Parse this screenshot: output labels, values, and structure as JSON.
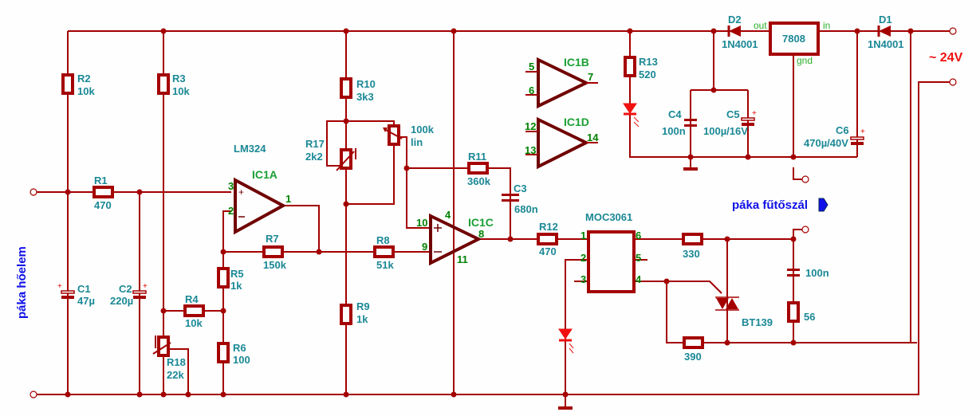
{
  "title": "Soldering iron temperature controller schematic",
  "inputs": {
    "thermocouple_label": "páka hőelem",
    "heater_label": "páka fűtőszál",
    "supply_label": "~ 24V"
  },
  "ic": {
    "name": "LM324",
    "ic1a": {
      "label": "IC1A",
      "pins": [
        "3",
        "2",
        "1"
      ]
    },
    "ic1b": {
      "label": "IC1B",
      "pins": [
        "5",
        "6",
        "7"
      ]
    },
    "ic1c": {
      "label": "IC1C",
      "pins": [
        "10",
        "9",
        "8",
        "4",
        "11"
      ]
    },
    "ic1d": {
      "label": "IC1D",
      "pins": [
        "12",
        "13",
        "14"
      ]
    }
  },
  "resistors": {
    "r1": {
      "name": "R1",
      "value": "470"
    },
    "r2": {
      "name": "R2",
      "value": "10k"
    },
    "r3": {
      "name": "R3",
      "value": "10k"
    },
    "r4": {
      "name": "R4",
      "value": "10k"
    },
    "r5": {
      "name": "R5",
      "value": "1k"
    },
    "r6": {
      "name": "R6",
      "value": "100"
    },
    "r7": {
      "name": "R7",
      "value": "150k"
    },
    "r8": {
      "name": "R8",
      "value": "51k"
    },
    "r9": {
      "name": "R9",
      "value": "1k"
    },
    "r10": {
      "name": "R10",
      "value": "3k3"
    },
    "r11": {
      "name": "R11",
      "value": "360k"
    },
    "r12": {
      "name": "R12",
      "value": "470"
    },
    "r13": {
      "name": "R13",
      "value": "520"
    },
    "r17": {
      "name": "R17",
      "value": "2k2"
    },
    "r18": {
      "name": "R18",
      "value": "22k"
    },
    "pot": {
      "value": "100k",
      "taper": "lin"
    },
    "r330": {
      "value": "330"
    },
    "r390": {
      "value": "390"
    },
    "r56": {
      "value": "56"
    }
  },
  "capacitors": {
    "c1": {
      "name": "C1",
      "value": "47µ"
    },
    "c2": {
      "name": "C2",
      "value": "220µ"
    },
    "c3": {
      "name": "C3",
      "value": "680n"
    },
    "c4": {
      "name": "C4",
      "value": "100n"
    },
    "c5": {
      "name": "C5",
      "value": "100µ/16V"
    },
    "c6": {
      "name": "C6",
      "value": "470µ/40V"
    },
    "snubber": {
      "value": "100n"
    }
  },
  "diodes": {
    "d1": {
      "name": "D1",
      "value": "1N4001"
    },
    "d2": {
      "name": "D2",
      "value": "1N4001"
    }
  },
  "regulator": {
    "name": "7808",
    "pin_out": "out",
    "pin_in": "in",
    "pin_gnd": "gnd"
  },
  "optocoupler": {
    "name": "MOC3061",
    "pins": [
      "1",
      "2",
      "3",
      "4",
      "5",
      "6"
    ]
  },
  "triac": {
    "name": "BT139"
  }
}
